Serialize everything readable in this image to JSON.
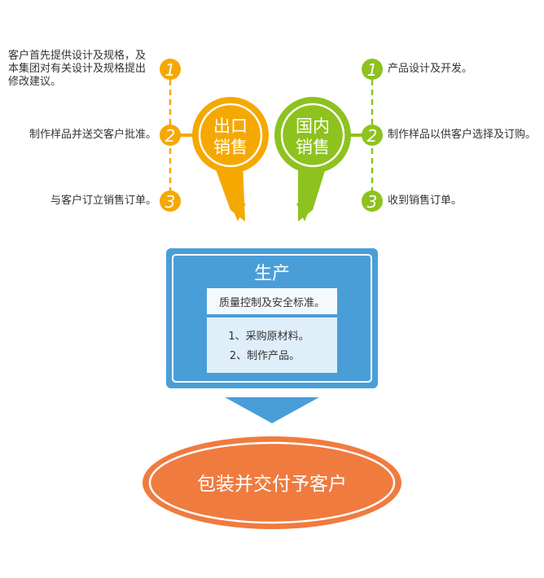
{
  "export": {
    "title_line1": "出口",
    "title_line2": "销售",
    "color": "#f5a800",
    "steps": [
      {
        "num": "1",
        "lines": [
          "客户首先提供设计及规格，及",
          "本集团对有关设计及规格提出",
          "修改建议。"
        ]
      },
      {
        "num": "2",
        "lines": [
          "制作样品并送交客户批准。"
        ]
      },
      {
        "num": "3",
        "lines": [
          "与客户订立销售订单。"
        ]
      }
    ]
  },
  "domestic": {
    "title_line1": "国内",
    "title_line2": "销售",
    "color": "#8dc21f",
    "steps": [
      {
        "num": "1",
        "lines": [
          "产品设计及开发。"
        ]
      },
      {
        "num": "2",
        "lines": [
          "制作样品以供客户选择及订购。"
        ]
      },
      {
        "num": "3",
        "lines": [
          "收到销售订单。"
        ]
      }
    ]
  },
  "production": {
    "title": "生产",
    "quality": "质量控制及安全标准。",
    "items": [
      "1、采购原材料。",
      "2、制作产品。"
    ],
    "color": "#4a9ed8"
  },
  "delivery": {
    "label": "包装并交付予客户",
    "color": "#f07b3f"
  }
}
